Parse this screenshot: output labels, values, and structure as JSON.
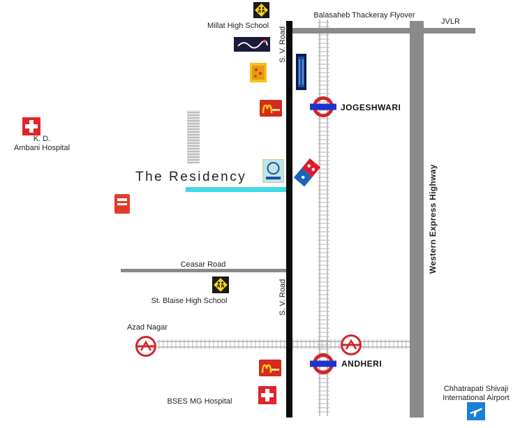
{
  "roads": {
    "flyover_label": "Balasaheb Thackeray Flyover",
    "jvlr_label": "JVLR",
    "sv_road_label_top": "S. V. Road",
    "sv_road_label_bottom": "S. V. Road",
    "ceasar_road_label": "Ceasar Road",
    "western_express_label": "Western Express Highway"
  },
  "project": {
    "name": "The Residency"
  },
  "stations": [
    {
      "name": "JOGESHWARI"
    },
    {
      "name": "ANDHERI"
    }
  ],
  "places": {
    "millat_school": "Millat High School",
    "kd_hospital_line1": "K. D.",
    "kd_hospital_line2": "Ambani Hospital",
    "st_blaise_school": "St. Blaise High School",
    "azad_nagar": "Azad Nagar",
    "bses_hospital": "BSES MG Hospital",
    "airport_line1": "Chhatrapati Shivaji",
    "airport_line2": "International Airport"
  },
  "icons": [
    "school-icon",
    "restaurant-logo-icon",
    "food-outlet-icon",
    "mcdonalds-icon",
    "neon-sign-icon",
    "metro-station-icon",
    "railway-station-icon",
    "dominos-icon",
    "bank-logo-icon",
    "cafe-logo-icon",
    "hospital-icon",
    "airport-icon"
  ],
  "colors": {
    "road": "#8a8a8a",
    "sv_road": "#0a0a0a",
    "residency_marker": "#3fd8e6",
    "station_red": "#d0262a",
    "station_blue": "#1a35c8",
    "hospital_red": "#e0242a",
    "school_yellow": "#f4d21a",
    "airport_blue": "#1a7fd6"
  }
}
